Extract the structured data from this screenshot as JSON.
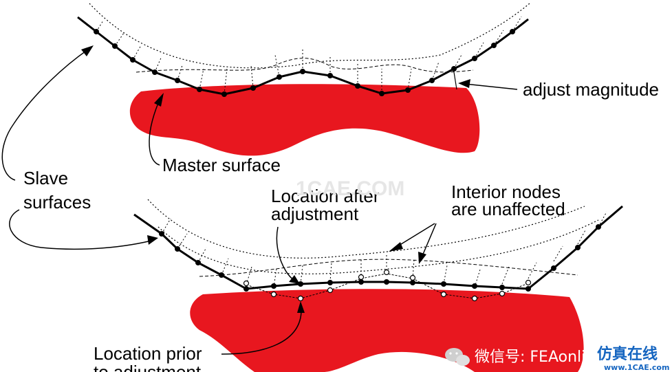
{
  "labels": {
    "adjust_magnitude": "adjust magnitude",
    "master_surface": "Master surface",
    "slave_line1": "Slave",
    "slave_line2": "surfaces",
    "loc_after_line1": "Location after",
    "loc_after_line2": "adjustment",
    "interior_line1": "Interior nodes",
    "interior_line2": "are unaffected",
    "loc_prior_line1": "Location prior",
    "loc_prior_line2": "to adjustment"
  },
  "watermark": {
    "center_text": "1CAE.COM",
    "wechat_text": "微信号: FEAonline",
    "cn_text": "仿真在线",
    "site_text": "www.1CAE.com"
  },
  "colors": {
    "master_fill": "#e8171f",
    "ink": "#000000",
    "watermark_blue": "#1565c0",
    "watermark_gray": "#e6e6e6"
  }
}
